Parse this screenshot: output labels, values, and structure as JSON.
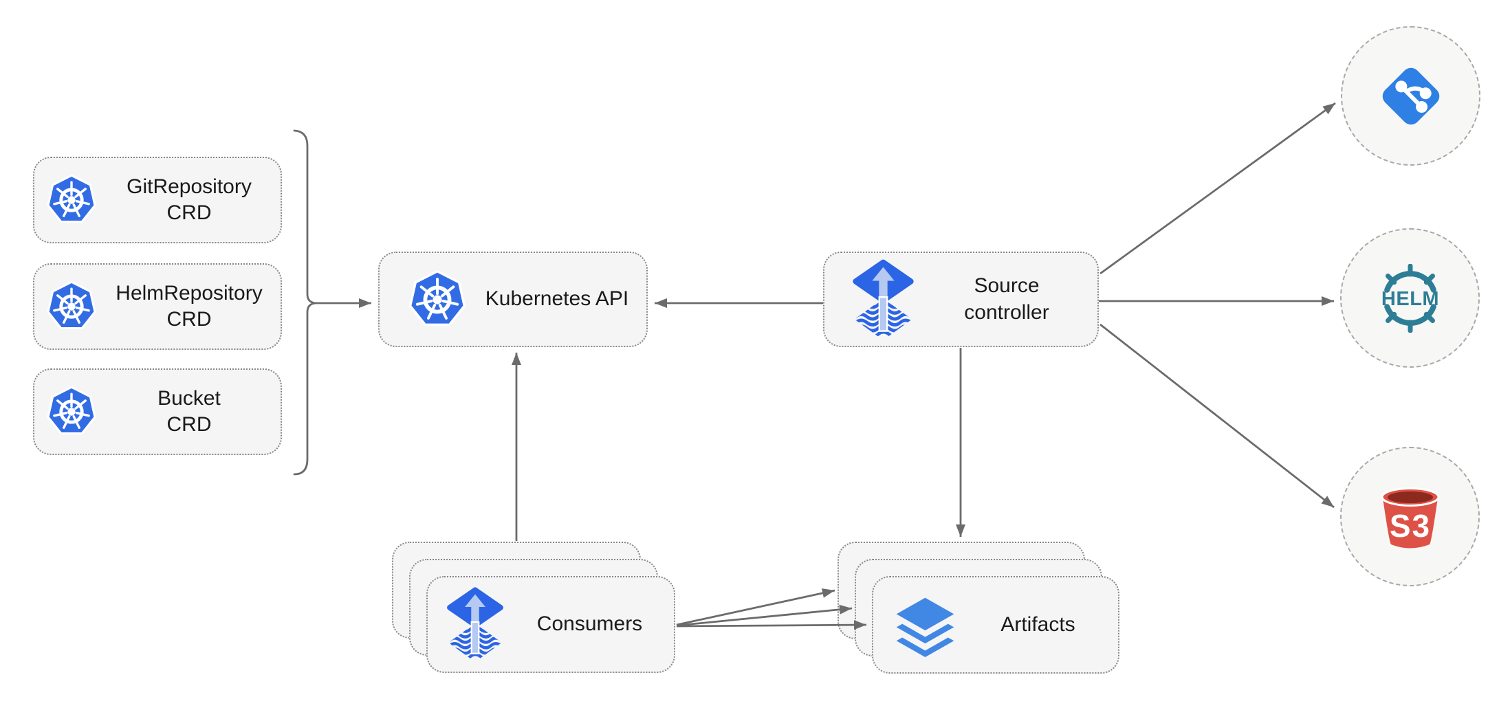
{
  "diagram": {
    "crd_boxes": [
      {
        "line1": "GitRepository",
        "line2": "CRD"
      },
      {
        "line1": "HelmRepository",
        "line2": "CRD"
      },
      {
        "line1": "Bucket",
        "line2": "CRD"
      }
    ],
    "kubernetes_api": {
      "label": "Kubernetes API"
    },
    "source_controller": {
      "line1": "Source",
      "line2": "controller"
    },
    "consumers": {
      "label": "Consumers"
    },
    "artifacts": {
      "label": "Artifacts"
    },
    "sources": {
      "helm_text": "HELM",
      "s3_text": "S3"
    },
    "connections": [
      "crd-bracket -> kubernetes-api",
      "source-controller -> kubernetes-api",
      "consumers -> kubernetes-api",
      "source-controller -> artifacts",
      "source-controller -> git-endpoint",
      "source-controller -> helm-endpoint",
      "source-controller -> s3-endpoint",
      "consumers -> artifacts-back",
      "consumers -> artifacts-middle",
      "consumers -> artifacts-front"
    ],
    "colors": {
      "kubernetes_blue": "#326ce5",
      "flux_blue": "#2c64e6",
      "flux_light": "#b5c9f1",
      "git_blue": "#2f80e4",
      "helm_teal": "#2e7d97",
      "s3_red": "#de5146",
      "s3_dark": "#8c2a1f",
      "layers_blue": "#4187e4",
      "arrow_gray": "#6b6b6b",
      "box_fill": "#f5f5f5",
      "box_border": "#878787",
      "circle_fill": "#f7f7f5",
      "circle_border": "#a8a8a8",
      "text": "#1a1a1a"
    }
  }
}
